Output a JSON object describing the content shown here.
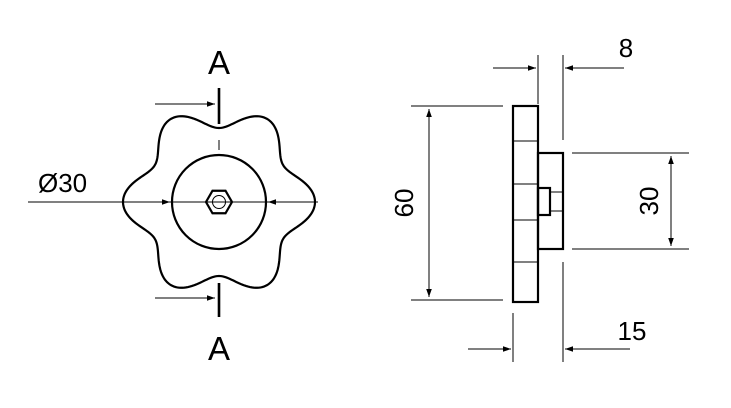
{
  "front_view": {
    "section_label_top": "A",
    "section_label_bottom": "A",
    "diameter_label": "Ø30"
  },
  "side_view": {
    "dim_thickness": "8",
    "dim_height": "60",
    "dim_hub_diameter": "30",
    "dim_total_width": "15"
  }
}
